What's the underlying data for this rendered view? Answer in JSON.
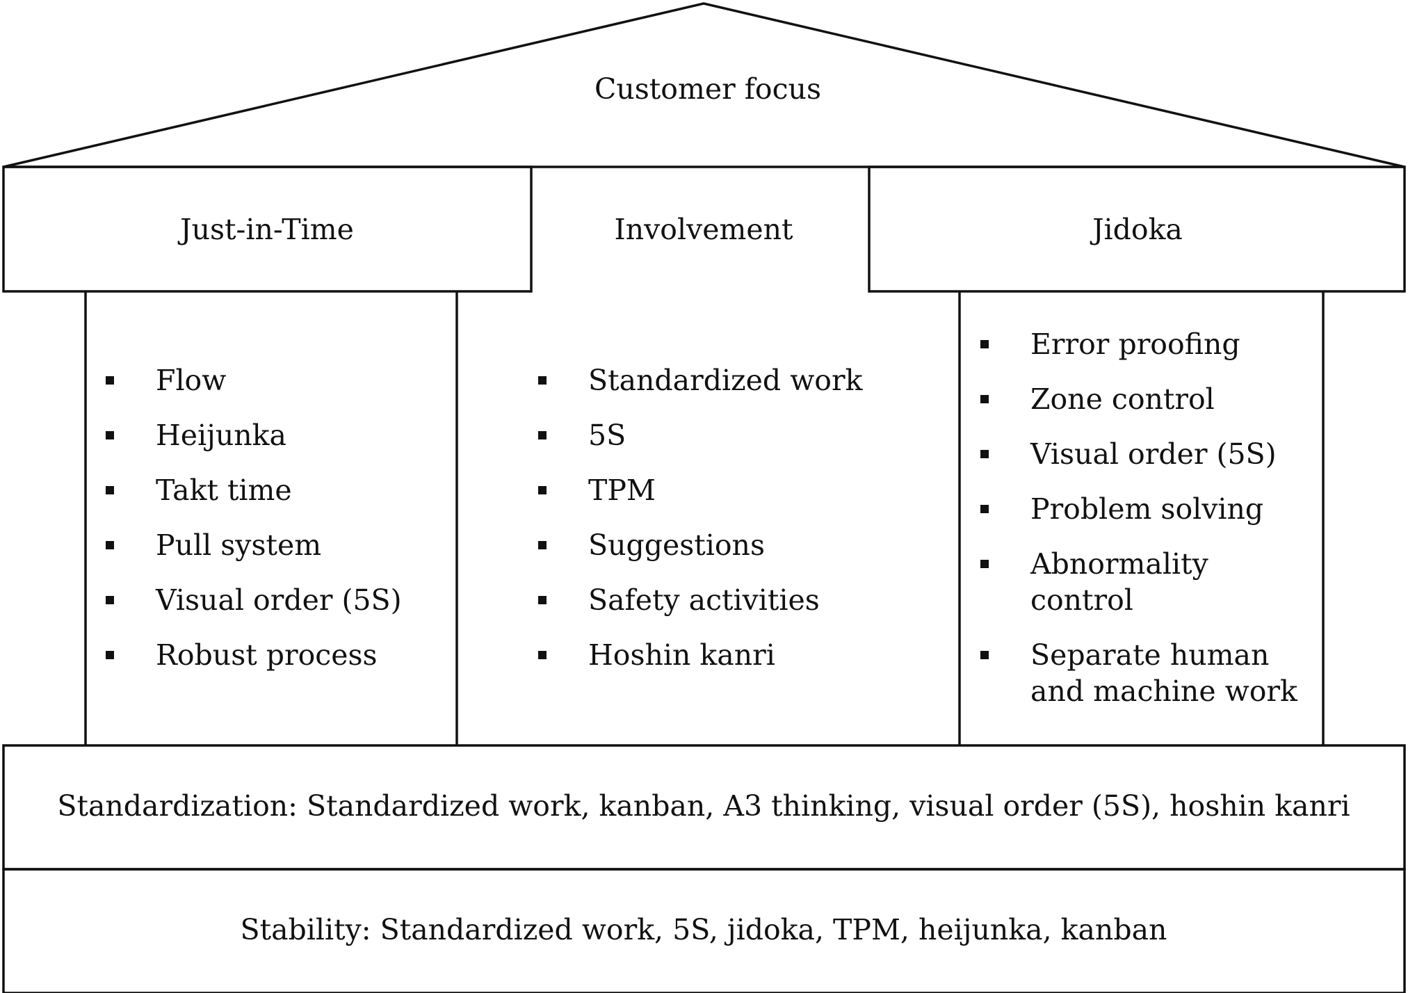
{
  "roof": {
    "label": "Customer focus"
  },
  "pillars": {
    "left": {
      "title": "Just-in-Time",
      "items": [
        "Flow",
        "Heijunka",
        "Takt time",
        "Pull system",
        "Visual order (5S)",
        "Robust process"
      ]
    },
    "center": {
      "title": "Involvement",
      "items": [
        "Standardized work",
        "5S",
        "TPM",
        "Suggestions",
        "Safety activities",
        "Hoshin kanri"
      ]
    },
    "right": {
      "title": "Jidoka",
      "items": [
        "Error proofing",
        "Zone control",
        "Visual order (5S)",
        "Problem solving",
        "Abnormality\ncontrol",
        "Separate human\nand machine work"
      ]
    }
  },
  "foundation": {
    "standardization": "Standardization:  Standardized work, kanban, A3 thinking, visual order (5S), hoshin kanri",
    "stability": "Stability: Standardized work, 5S, jidoka, TPM, heijunka, kanban"
  },
  "colors": {
    "stroke": "#111111",
    "background": "#ffffff",
    "text": "#111111"
  }
}
